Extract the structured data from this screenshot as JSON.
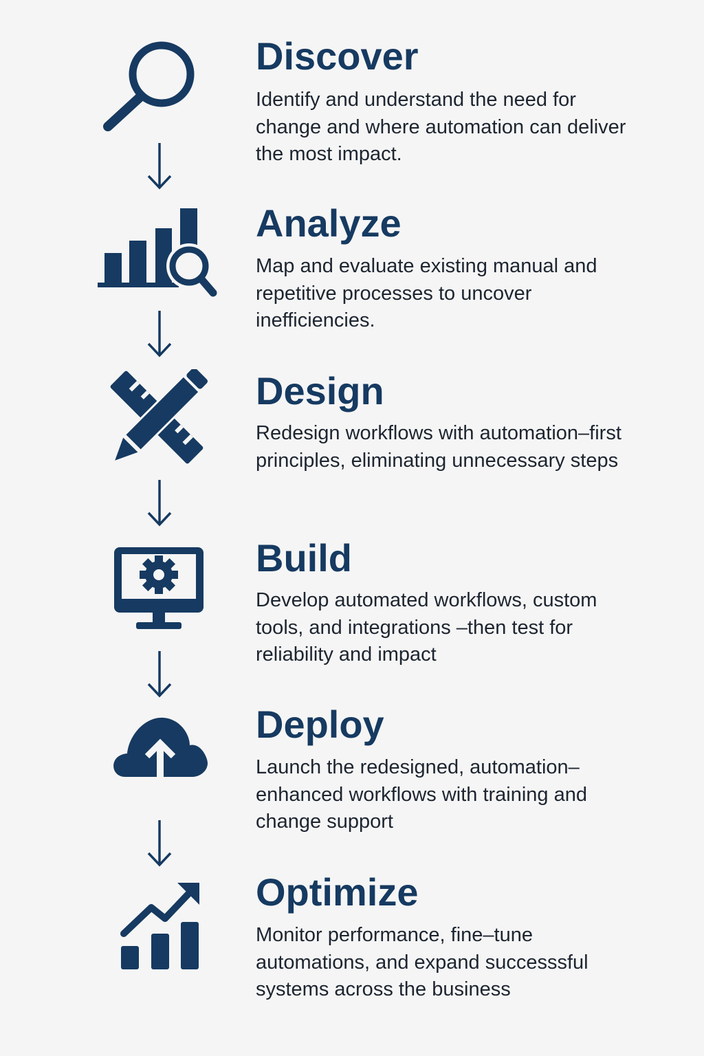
{
  "colors": {
    "background": "#f5f5f5",
    "accent": "#163a61",
    "text": "#1d2530"
  },
  "steps": [
    {
      "icon": "magnifier-icon",
      "title": "Discover",
      "description": "Identify and understand the need for change and where automation can deliver the most impact."
    },
    {
      "icon": "bar-chart-magnifier-icon",
      "title": "Analyze",
      "description": "Map and evaluate existing manual and repetitive processes to uncover inefficiencies."
    },
    {
      "icon": "pencil-ruler-icon",
      "title": "Design",
      "description": "Redesign workflows with automation–first principles, eliminating unnecessary steps"
    },
    {
      "icon": "monitor-gear-icon",
      "title": "Build",
      "description": "Develop automated workflows, custom tools, and integrations –then test for reliability and impact"
    },
    {
      "icon": "cloud-upload-icon",
      "title": "Deploy",
      "description": "Launch the redesigned, automation–enhanced workflows with training and change support"
    },
    {
      "icon": "growth-chart-icon",
      "title": "Optimize",
      "description": "Monitor performance,  fine–tune automations, and expand successsful systems across the business"
    }
  ]
}
